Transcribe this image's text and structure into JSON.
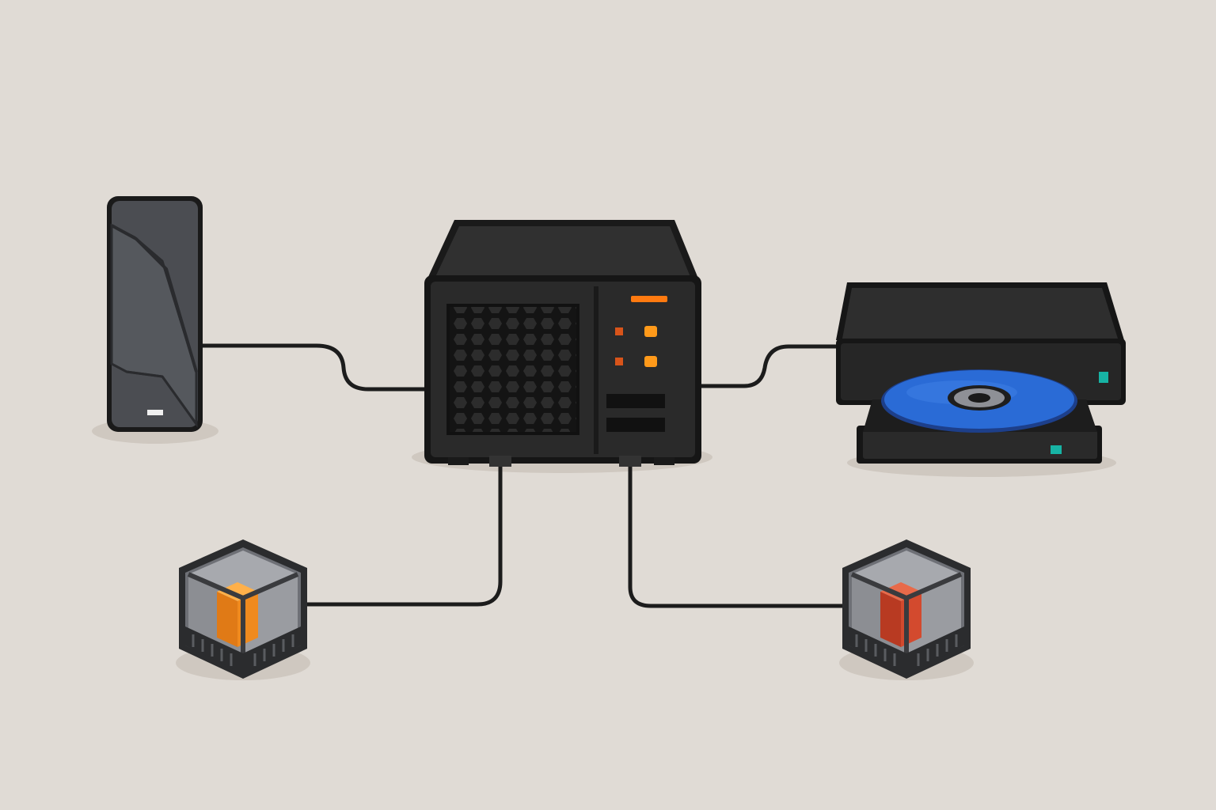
{
  "colors": {
    "background": "#e0dbd5",
    "shadow": "#cfc8c0",
    "cable": "#1c1c1c",
    "case_body": "#2a2a2a",
    "case_dark": "#161616",
    "drive_body": "#4b4d52",
    "drive_led": "#f0f0f0",
    "hub_led_orange": "#ff9a1a",
    "hub_led_bar": "#ff7a10",
    "disc_blue": "#2a6bd6",
    "player_led_teal": "#17b3a4",
    "cube_core_orange": "#ef8a1e",
    "cube_core_red": "#d34a2e",
    "cube_frame": "#3a3b3e"
  },
  "devices": [
    {
      "id": "external-drive",
      "icon": "hard-drive-icon"
    },
    {
      "id": "central-hub",
      "icon": "server-case-icon"
    },
    {
      "id": "disc-player",
      "icon": "optical-drive-icon"
    },
    {
      "id": "cube-orange",
      "icon": "cube-module-icon"
    },
    {
      "id": "cube-red",
      "icon": "cube-module-icon"
    }
  ],
  "connections": [
    {
      "from": "external-drive",
      "to": "central-hub"
    },
    {
      "from": "central-hub",
      "to": "disc-player"
    },
    {
      "from": "central-hub",
      "to": "cube-orange"
    },
    {
      "from": "central-hub",
      "to": "cube-red"
    }
  ]
}
